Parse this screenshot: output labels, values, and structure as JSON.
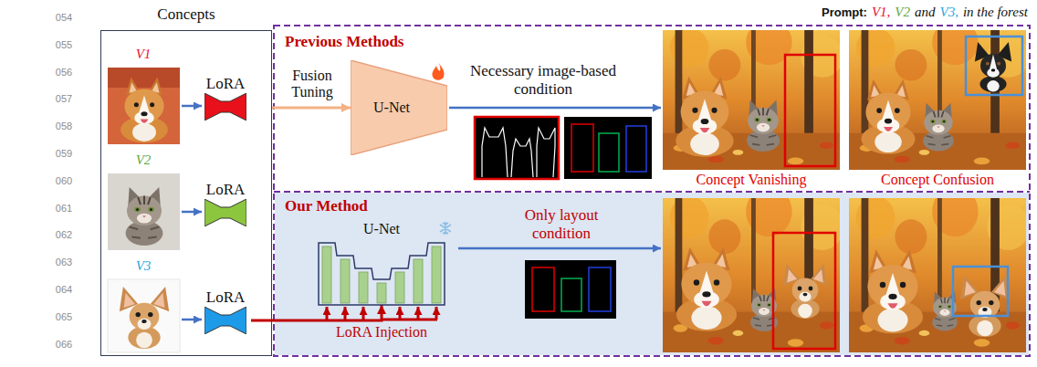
{
  "diagram": {
    "nodes": [
      {
        "text": [
          "Concepts"
        ]
      },
      {
        "text": [
          "LoRA"
        ],
        "in": 0
      },
      {
        "text": [
          "LoRA"
        ],
        "in": 0
      },
      {
        "text": [
          "LoRA"
        ],
        "in": 0
      },
      {
        "text": [
          "Previous Methods"
        ]
      },
      {
        "text": [
          "U-Net"
        ],
        "in": 4
      },
      {
        "text": [
          "Our Method"
        ]
      },
      {
        "text": [
          "U-Net"
        ],
        "in": 6
      }
    ],
    "edges": [
      {
        "from": 0,
        "to": 5,
        "arrow": "to",
        "label": "Fusion Tuning"
      },
      {
        "from": 3,
        "to": 7,
        "arrow": "to",
        "label": "LoRA Injection"
      }
    ],
    "labels": [
      "054",
      "055",
      "056",
      "057",
      "058",
      "059",
      "060",
      "061",
      "062",
      "063",
      "064",
      "065",
      "066",
      "Prompt:",
      "V1,",
      "V2",
      "and",
      "V3,",
      "in the forest",
      "V1",
      "V2",
      "V3",
      "Necessary image-based condition",
      "Concept Vanishing",
      "Concept Confusion",
      "Only layout condition"
    ]
  }
}
